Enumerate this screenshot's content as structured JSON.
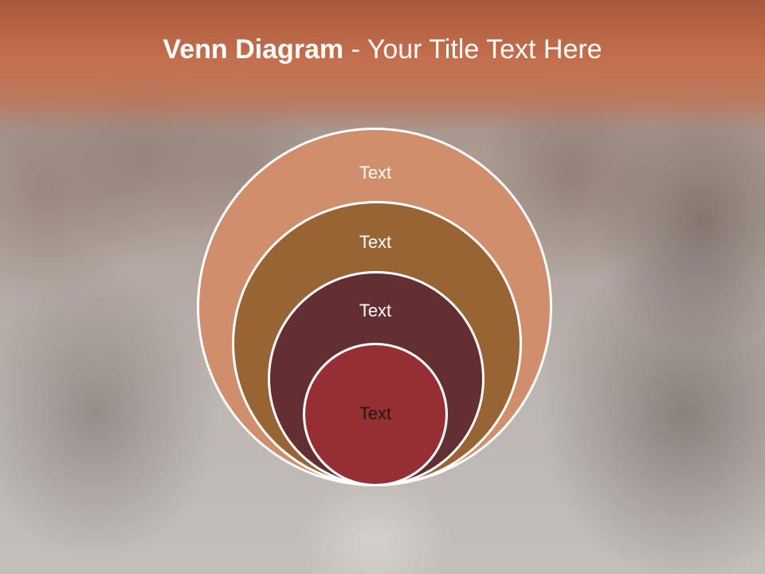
{
  "slide": {
    "title_bold": "Venn Diagram",
    "title_rest": " - Your Title Text Here"
  },
  "diagram": {
    "circles": [
      {
        "label": "Text",
        "color": "#d08e6d"
      },
      {
        "label": "Text",
        "color": "#986434"
      },
      {
        "label": "Text",
        "color": "#632f32"
      },
      {
        "label": "Text",
        "color": "#962f34"
      }
    ]
  },
  "colors": {
    "title_band": "#c4704f",
    "title_text": "#ffffff",
    "circle_border": "#ffffff"
  }
}
